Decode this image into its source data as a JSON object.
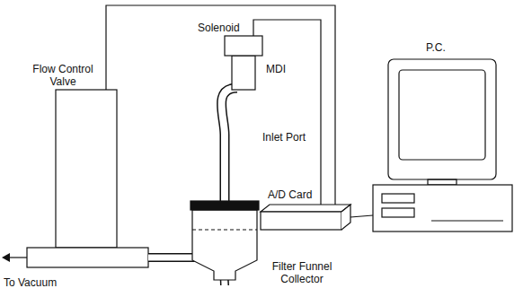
{
  "diagram": {
    "labels": [
      "Solenoid",
      "MDI",
      "P.C.",
      "Flow Control Valve",
      "Inlet Port",
      "A/D Card",
      "Filter Funnel Collector",
      "To Vacuum"
    ]
  }
}
